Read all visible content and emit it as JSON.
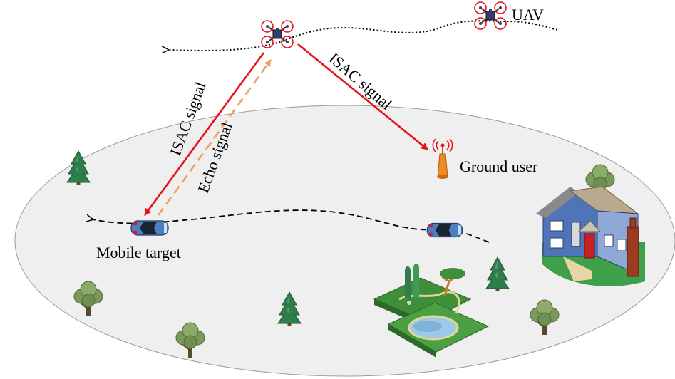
{
  "labels": {
    "uav": "UAV",
    "isac_left": "ISAC signal",
    "isac_right": "ISAC signal",
    "echo": "Echo signal",
    "ground_user": "Ground user",
    "mobile_target": "Mobile target"
  },
  "colors": {
    "ground": "#efefef",
    "isac": "#e8131a",
    "echo": "#f0a060",
    "car_body": "#4a7fc1",
    "tower": "#f08a24",
    "tree_dark": "#2f7d4c",
    "tree_light": "#7a9a5c",
    "rotor": "#e8131a"
  },
  "icons": [
    "uav-icon",
    "car-icon",
    "tower-icon",
    "tree-icon",
    "house-icon",
    "park-icon"
  ]
}
